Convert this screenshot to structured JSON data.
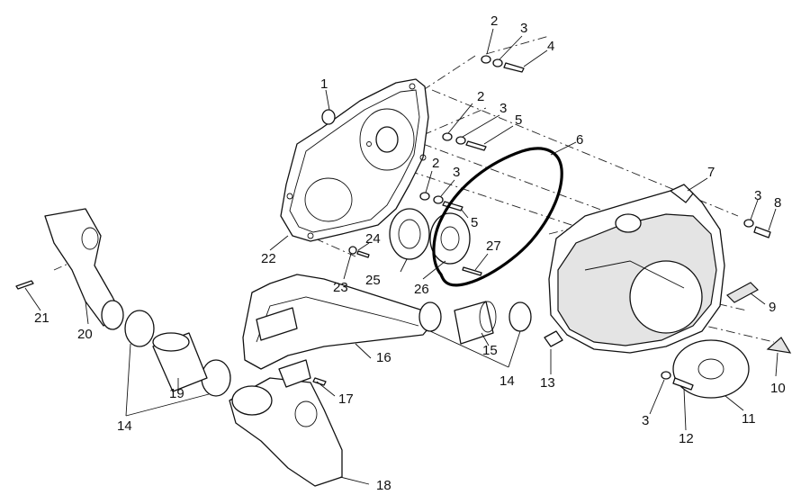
{
  "callouts": [
    {
      "id": "c1",
      "text": "1"
    },
    {
      "id": "c2a",
      "text": "2"
    },
    {
      "id": "c3a",
      "text": "3"
    },
    {
      "id": "c4",
      "text": "4"
    },
    {
      "id": "c2b",
      "text": "2"
    },
    {
      "id": "c3b",
      "text": "3"
    },
    {
      "id": "c5a",
      "text": "5"
    },
    {
      "id": "c6",
      "text": "6"
    },
    {
      "id": "c2c",
      "text": "2"
    },
    {
      "id": "c3c",
      "text": "3"
    },
    {
      "id": "c5b",
      "text": "5"
    },
    {
      "id": "c7",
      "text": "7"
    },
    {
      "id": "c3d",
      "text": "3"
    },
    {
      "id": "c8",
      "text": "8"
    },
    {
      "id": "c9",
      "text": "9"
    },
    {
      "id": "c10",
      "text": "10"
    },
    {
      "id": "c11",
      "text": "11"
    },
    {
      "id": "c12",
      "text": "12"
    },
    {
      "id": "c3e",
      "text": "3"
    },
    {
      "id": "c13",
      "text": "13"
    },
    {
      "id": "c14a",
      "text": "14"
    },
    {
      "id": "c15",
      "text": "15"
    },
    {
      "id": "c16",
      "text": "16"
    },
    {
      "id": "c17",
      "text": "17"
    },
    {
      "id": "c18",
      "text": "18"
    },
    {
      "id": "c19",
      "text": "19"
    },
    {
      "id": "c14b",
      "text": "14"
    },
    {
      "id": "c20",
      "text": "20"
    },
    {
      "id": "c21",
      "text": "21"
    },
    {
      "id": "c22",
      "text": "22"
    },
    {
      "id": "c23",
      "text": "23"
    },
    {
      "id": "c24",
      "text": "24"
    },
    {
      "id": "c25",
      "text": "25"
    },
    {
      "id": "c26",
      "text": "26"
    },
    {
      "id": "c27",
      "text": "27"
    }
  ]
}
